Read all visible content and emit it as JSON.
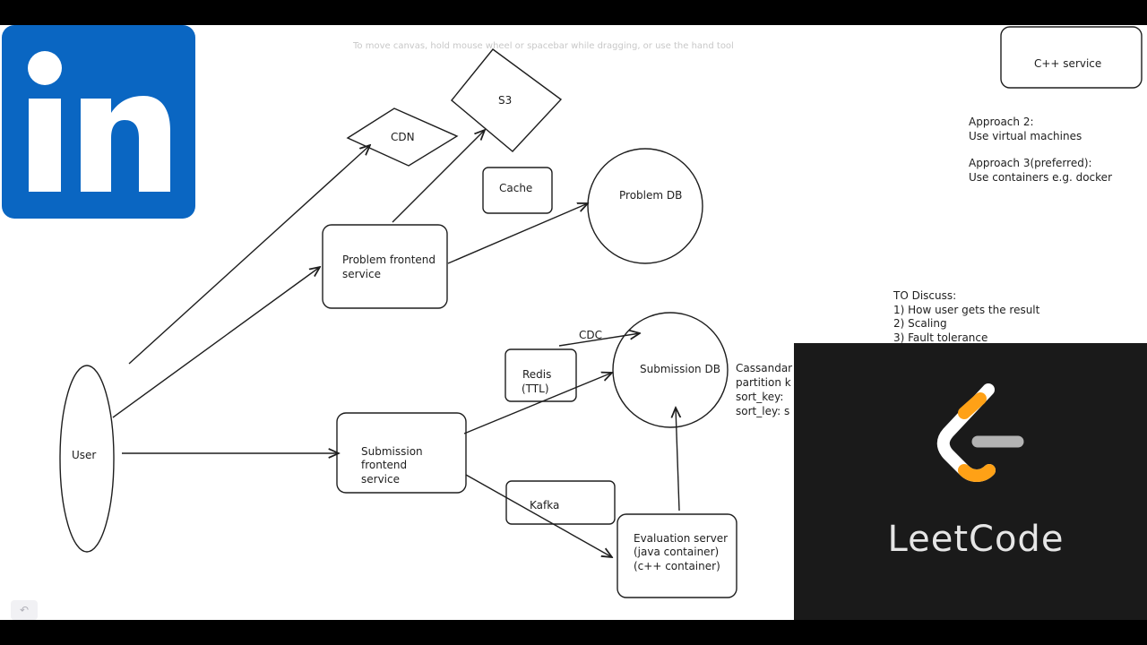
{
  "canvas": {
    "hint": "To move canvas, hold mouse wheel or spacebar while dragging, or use the hand tool"
  },
  "nodes": {
    "cdn": "CDN",
    "s3": "S3",
    "cache": "Cache",
    "problem_db": "Problem DB",
    "problem_frontend_line1": "Problem frontend",
    "problem_frontend_line2": "service",
    "user": "User",
    "redis_line1": "Redis",
    "redis_line2": "(TTL)",
    "cdc": "CDC",
    "submission_db": "Submission DB",
    "submission_frontend_line1": "Submission",
    "submission_frontend_line2": "frontend",
    "submission_frontend_line3": "service",
    "kafka": "Kafka",
    "evaluation_line1": "Evaluation server",
    "evaluation_line2": "(java container)",
    "evaluation_line3": "(c++ container)",
    "cpp_service": "C++ service"
  },
  "notes": {
    "cassandra_line1": "Cassandar",
    "cassandra_line2": "partition k",
    "cassandra_line3": "sort_key:",
    "cassandra_line4": "sort_ley: s",
    "approach2_title": "Approach 2:",
    "approach2_body": "Use virtual machines",
    "approach3_title": "Approach 3(preferred):",
    "approach3_body": "Use containers e.g. docker",
    "discuss_title": "TO Discuss:",
    "discuss_1": "1) How user gets the result",
    "discuss_2": "2) Scaling",
    "discuss_3": "3) Fault tolerance"
  },
  "logos": {
    "linkedin_text": "in",
    "linkedin_color": "#0a66c2",
    "leetcode_text": "LeetCode",
    "leetcode_orange": "#ffa116",
    "leetcode_gray": "#b3b3b3"
  },
  "toolbar": {
    "undo_icon": "undo-icon"
  }
}
